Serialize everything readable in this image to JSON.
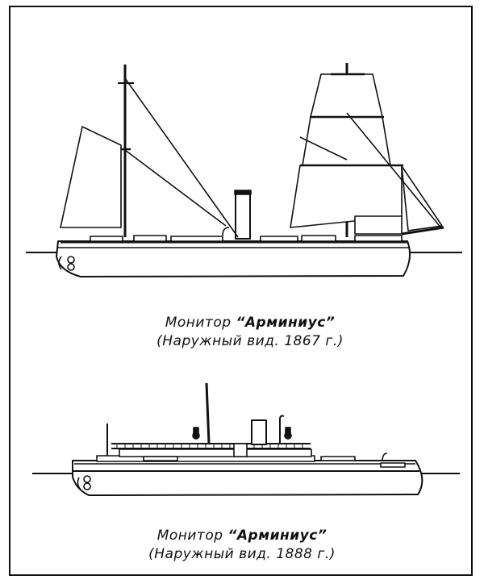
{
  "figures": [
    {
      "caption_prefix": "Монитор",
      "caption_name": "“Арминиус”",
      "caption_detail": "(Наружный вид. 1867 г.)"
    },
    {
      "caption_prefix": "Монитор",
      "caption_name": "“Арминиус”",
      "caption_detail": "(Наружный вид. 1888 г.)"
    }
  ]
}
